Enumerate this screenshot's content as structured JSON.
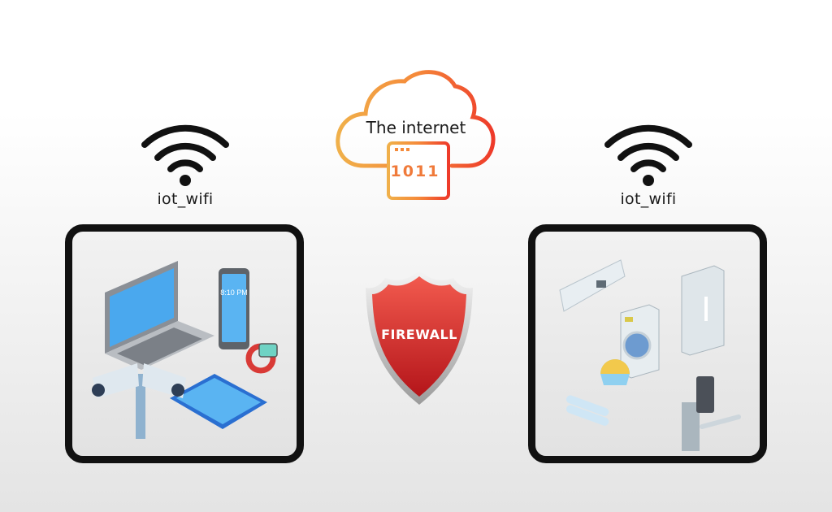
{
  "internet": {
    "label": "The internet",
    "icon": "cloud-icon",
    "browser_glyph": "1011",
    "gradient": [
      "#f0b04a",
      "#f58a3a",
      "#ee3a2a"
    ]
  },
  "firewall": {
    "label": "FIREWALL",
    "icon": "shield-icon",
    "color": "#d9241f"
  },
  "networks": [
    {
      "wifi_label": "iot_wifi",
      "devices": [
        "laptop",
        "smartphone",
        "smartwatch",
        "security-camera",
        "tablet"
      ],
      "phone_time": "8:10 PM"
    },
    {
      "wifi_label": "iot_wifi",
      "devices": [
        "air-conditioner",
        "refrigerator",
        "washing-machine",
        "smart-bulb",
        "cfl-bulb",
        "smart-door-lock"
      ]
    }
  ]
}
